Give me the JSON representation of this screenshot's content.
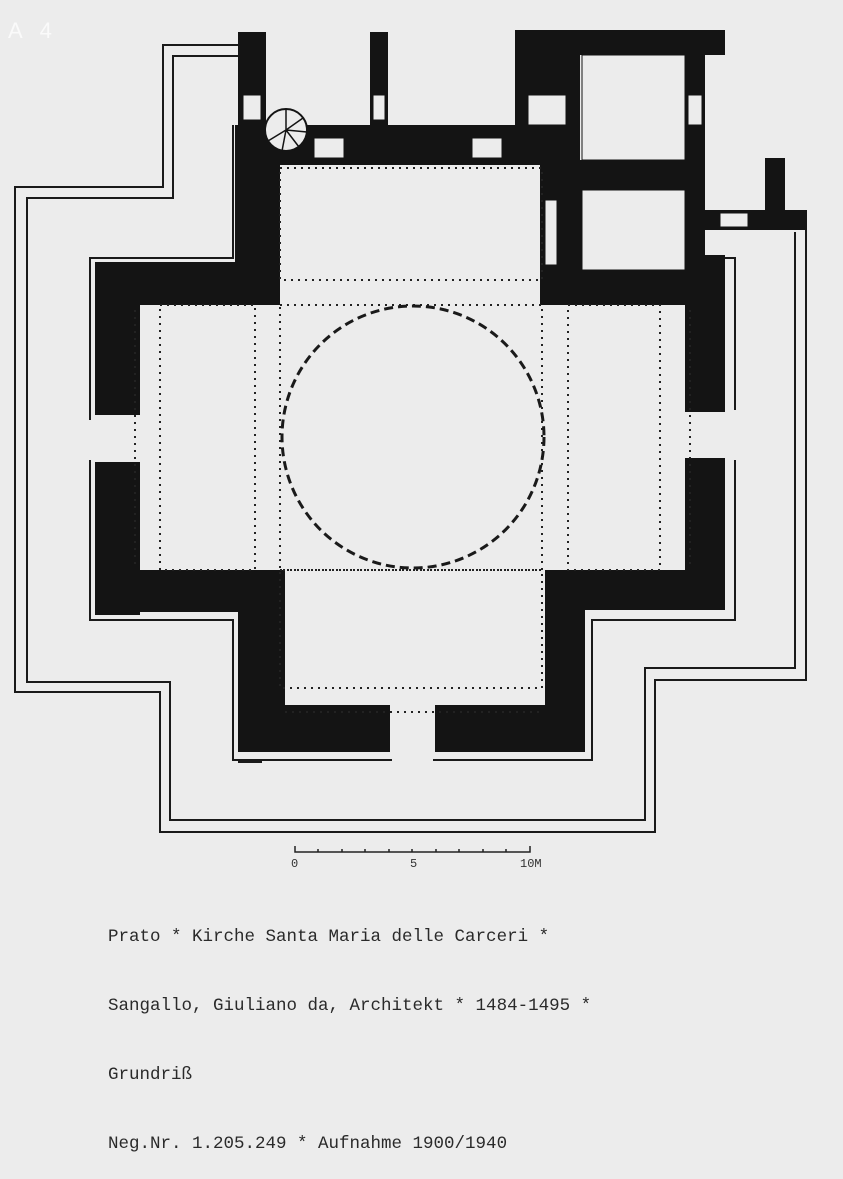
{
  "plate_label": "A 4",
  "scale_bar": {
    "start_label": "0",
    "mid_label": "5",
    "end_label": "10M"
  },
  "caption": {
    "line1": "Prato * Kirche Santa Maria delle Carceri *",
    "line2": "Sangallo, Giuliano da, Architekt * 1484-1495 *",
    "line3": "Grundriß",
    "line4": "Neg.Nr. 1.205.249 * Aufnahme 1900/1940"
  },
  "colors": {
    "paper": "#ececec",
    "ink": "#141414"
  }
}
